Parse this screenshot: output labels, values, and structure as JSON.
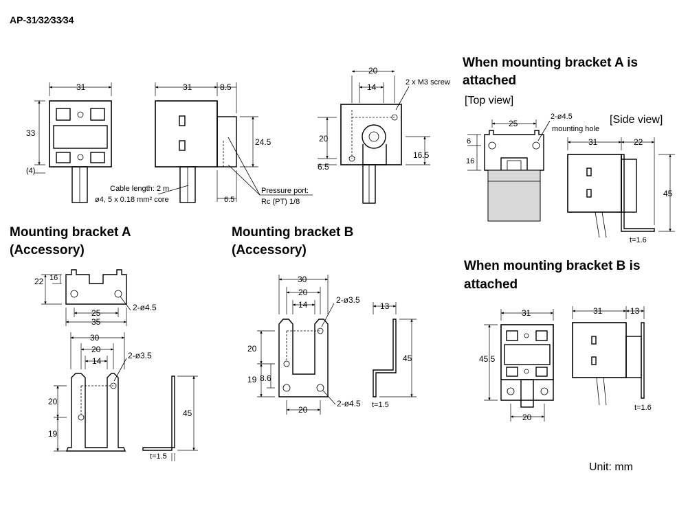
{
  "model": "AP-31∕32∕33∕34",
  "unit": "Unit: mm",
  "sections": {
    "bracket_a_title": [
      "Mounting bracket A",
      "(Accessory)"
    ],
    "bracket_b_title": [
      "Mounting bracket B",
      "(Accessory)"
    ],
    "attached_a_title": [
      "When mounting bracket A is",
      "attached"
    ],
    "attached_b_title": [
      "When mounting bracket B is",
      "attached"
    ]
  },
  "views": {
    "top": "[Top view]",
    "side": "[Side view]"
  },
  "notes": {
    "cable_length": "Cable length: 2 m",
    "cable_core": "ø4, 5 x 0.18 mm² core",
    "pressure_port_1": "Pressure port:",
    "pressure_port_2": "Rc (PT) 1/8",
    "m3_screw": "2 x M3 screw",
    "hole_a_attached": "2-ø4.5",
    "hole_a_attached_2": "mounting hole",
    "hole_35": "2-ø3.5",
    "hole_45": "2-ø4.5",
    "thickness": "t=1.5",
    "thickness_16": "t=1.6"
  },
  "dims": {
    "front_w": "31",
    "front_h": "33",
    "front_bottom": "(4)",
    "side_w": "31",
    "side_port": "8.5",
    "side_h": "24.5",
    "side_port_h": "6.5",
    "back_w": "20",
    "back_screw": "14",
    "back_h": "20",
    "back_low": "6.5",
    "back_port": "16.5",
    "ba_h": "22",
    "ba_h2": "16",
    "ba_holes": "25",
    "ba_w": "35",
    "ba2_w": "30",
    "ba2_w2": "20",
    "ba2_w3": "14",
    "ba2_h1": "20",
    "ba2_h2": "19",
    "ba2_side": "45",
    "bb_w": "30",
    "bb_w2": "20",
    "bb_w3": "14",
    "bb_h1": "20",
    "bb_h2": "19",
    "bb_h3": "8.6",
    "bb_bottom": "20",
    "bb_side_top": "13",
    "bb_side_h": "45",
    "aa_holes": "25",
    "aa_6": "6",
    "aa_16": "16",
    "aa_side_w": "31",
    "aa_side_br": "22",
    "aa_side_h": "45",
    "ab_w": "31",
    "ab_h": "45.5",
    "ab_bottom": "20",
    "ab_side_w": "31",
    "ab_side_br": "13"
  }
}
